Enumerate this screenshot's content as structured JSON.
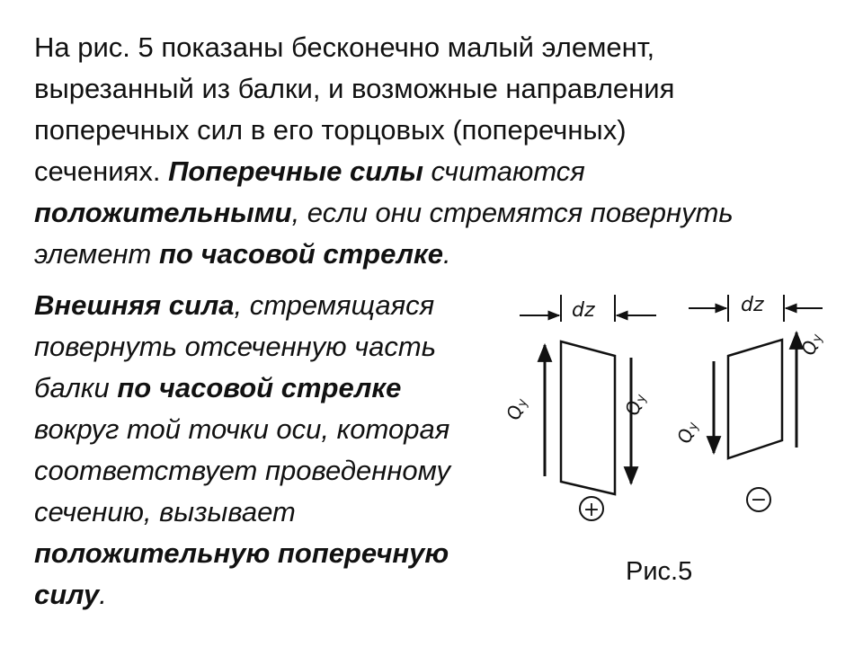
{
  "paragraph1": {
    "s1": "На рис. 5 показаны бесконечно малый элемент,",
    "s2": "вырезанный из балки, и возможные направления",
    "s3": "поперечных сил в его торцовых (поперечных)",
    "s4": "сечениях. ",
    "b1": "Поперечные силы",
    "i1": " считаются",
    "b2": "положительными",
    "i2": ", если они стремятся повернуть",
    "i3": "элемент ",
    "b3": "по часовой стрелке",
    "i4": "."
  },
  "paragraph2": {
    "b1": "Внешняя сила",
    "t1": ", стремящаяся",
    "t2": "повернуть отсеченную часть",
    "t3": "балки ",
    "b2": "по часовой стрелке",
    "t4": "вокруг той точки оси, которая",
    "t5": "соответствует проведенному",
    "t6": "сечению, вызывает",
    "b3": "положительную поперечную",
    "b4": "силу",
    "t7": "."
  },
  "figure": {
    "left_dz": "dz",
    "left_q1": "Q",
    "left_q1_sub": "y",
    "left_q2": "Q",
    "left_q2_sub": "y",
    "left_sign": "+",
    "right_dz": "dz",
    "right_q1": "Q",
    "right_q1_sub": "y",
    "right_q2": "Q",
    "right_q2_sub": "y",
    "right_sign": "−",
    "caption": "Рис.5"
  }
}
